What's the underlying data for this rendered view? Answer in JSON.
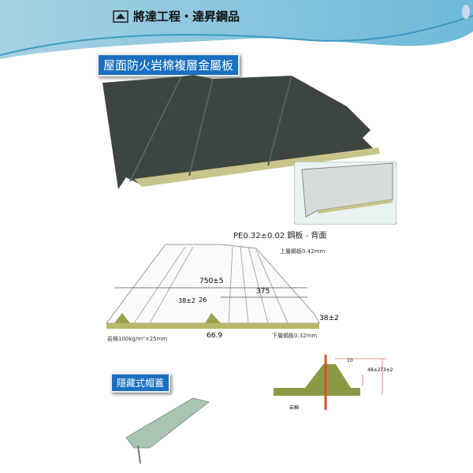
{
  "brand": {
    "name": "將達工程‧達昇鋼品"
  },
  "main_title": "屋面防火岩棉複層金屬板",
  "back_caption": "PE0.32±0.02 鋼板 - 背面",
  "diagram": {
    "top_sheet": "上層鋼板0.42mm",
    "width": "750±5",
    "half_width": "375",
    "rib_height": "38±2",
    "rib_top": "26",
    "edge_height": "38±2",
    "rib_base": "66.9",
    "bottom_sheet": "下層鋼板0.32mm",
    "core": "岩棉100kg/m³×25mm"
  },
  "cap": {
    "title": "隱藏式帽蓋"
  },
  "section": {
    "dim_top": "10",
    "dim_mid": "48±2",
    "dim_total": "73±2",
    "core_label": "岩棉"
  },
  "colors": {
    "panel": "#3d4540",
    "core": "#c8c48a",
    "tag": "#1a6fc0",
    "cap": "#a9c4b0"
  }
}
